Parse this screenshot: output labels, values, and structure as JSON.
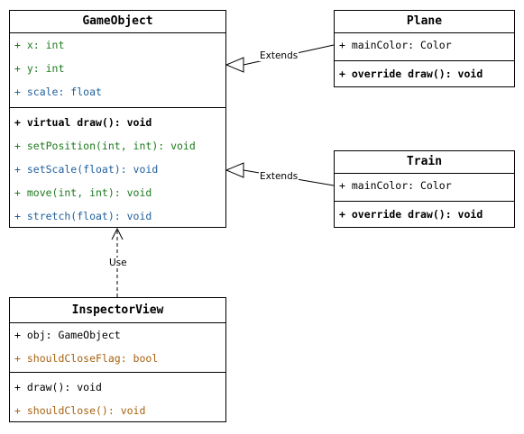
{
  "classes": {
    "gameobject": {
      "name": "GameObject",
      "attributes": [
        {
          "text": "+ x: int",
          "color": "green"
        },
        {
          "text": "+ y: int",
          "color": "green"
        },
        {
          "text": "+ scale: float",
          "color": "blue"
        }
      ],
      "methods": [
        {
          "text": "+ virtual draw(): void",
          "color": "black",
          "bold": true
        },
        {
          "text": "+ setPosition(int, int): void",
          "color": "green"
        },
        {
          "text": "+ setScale(float): void",
          "color": "blue"
        },
        {
          "text": "+ move(int, int): void",
          "color": "green"
        },
        {
          "text": "+ stretch(float): void",
          "color": "blue"
        }
      ]
    },
    "plane": {
      "name": "Plane",
      "attributes": [
        {
          "text": "+ mainColor: Color",
          "color": "black"
        }
      ],
      "methods": [
        {
          "text": "+ override draw(): void",
          "color": "black",
          "bold": true
        }
      ]
    },
    "train": {
      "name": "Train",
      "attributes": [
        {
          "text": "+ mainColor: Color",
          "color": "black"
        }
      ],
      "methods": [
        {
          "text": "+ override draw(): void",
          "color": "black",
          "bold": true
        }
      ]
    },
    "inspectorview": {
      "name": "InspectorView",
      "attributes": [
        {
          "text": "+ obj: GameObject",
          "color": "black"
        },
        {
          "text": "+ shouldCloseFlag: bool",
          "color": "brown"
        }
      ],
      "methods": [
        {
          "text": "+ draw(): void",
          "color": "black"
        },
        {
          "text": "+ shouldClose(): void",
          "color": "brown"
        }
      ]
    }
  },
  "relations": {
    "plane_extends": "Extends",
    "train_extends": "Extends",
    "inspector_use": "Use"
  },
  "colors": {
    "green": "#1e7a1e",
    "blue": "#1f5f9c",
    "brown": "#a8620f",
    "black": "#000000"
  }
}
